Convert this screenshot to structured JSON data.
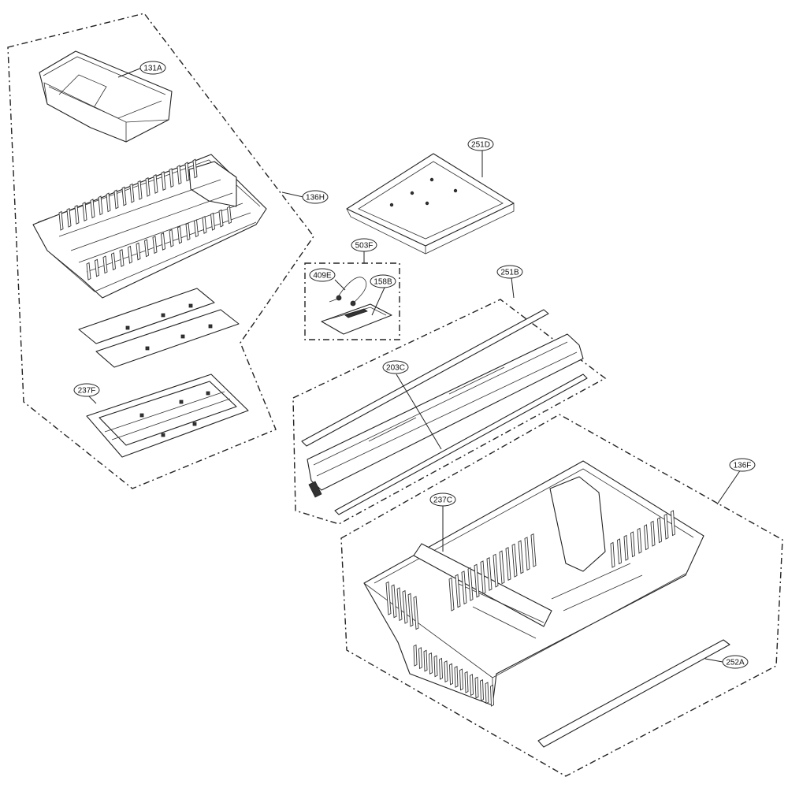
{
  "diagram": {
    "callouts": [
      {
        "id": "131A"
      },
      {
        "id": "136H"
      },
      {
        "id": "237F"
      },
      {
        "id": "251D"
      },
      {
        "id": "503F"
      },
      {
        "id": "409E"
      },
      {
        "id": "158B"
      },
      {
        "id": "251B"
      },
      {
        "id": "203C"
      },
      {
        "id": "136F"
      },
      {
        "id": "237C"
      },
      {
        "id": "252A"
      }
    ]
  }
}
